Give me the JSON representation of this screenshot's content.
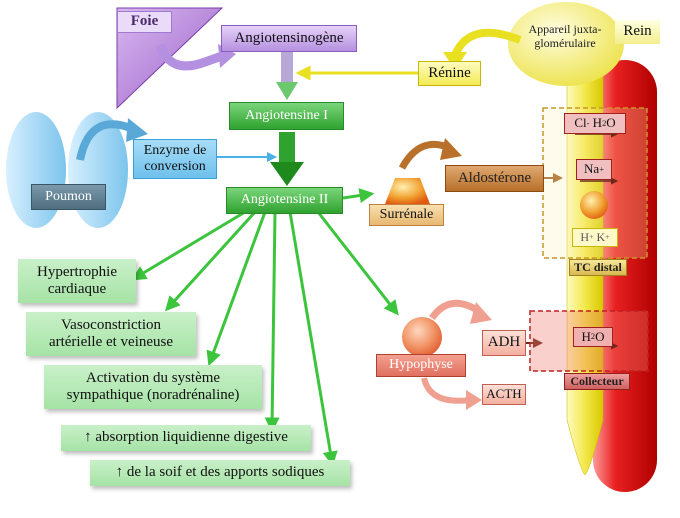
{
  "nodes": {
    "foie": "Foie",
    "angiotensinogene": "Angiotensinogène",
    "renine": "Rénine",
    "appareil_line1": "Appareil juxta-",
    "appareil_line2": "glomérulaire",
    "rein": "Rein",
    "angiotensine1": "Angiotensine I",
    "enzyme_line1": "Enzyme de",
    "enzyme_line2": "conversion",
    "poumon": "Poumon",
    "angiotensine2": "Angiotensine II",
    "surrenale": "Surrénale",
    "aldosterone": "Aldostérone",
    "hypophyse": "Hypophyse",
    "adh": "ADH",
    "acth": "ACTH",
    "tc_distal": "TC distal",
    "collecteur": "Collecteur"
  },
  "ions": {
    "cl": "Cl",
    "cl_sup": "-",
    "h2o_h": "H",
    "h2o_sub": "2",
    "h2o_o": "O",
    "na": "Na",
    "na_sup": "+",
    "h": "H",
    "h_sup": "+",
    "k": "K",
    "k_sup": "+",
    "h2o_collect_h": "H",
    "h2o_collect_sub": "2",
    "h2o_collect_o": "O"
  },
  "effects": [
    {
      "line1": "Hypertrophie",
      "line2": "cardiaque"
    },
    {
      "line1": "Vasoconstriction",
      "line2": "artérielle et veineuse"
    },
    {
      "line1": "Activation du système",
      "line2": "sympathique (noradrénaline)"
    },
    {
      "line1": "↑ absorption liquidienne digestive",
      "line2": ""
    },
    {
      "line1": "↑ de la soif et des apports sodiques",
      "line2": ""
    }
  ],
  "colors": {
    "green": "#2fa22f",
    "light_green": "#b4e8b4",
    "purple": "#9b5fc7",
    "yellow": "#f2ea55",
    "red": "#e03030",
    "orange_brown": "#b8702a",
    "salmon": "#f07a6a",
    "blue": "#8fd0f0"
  }
}
